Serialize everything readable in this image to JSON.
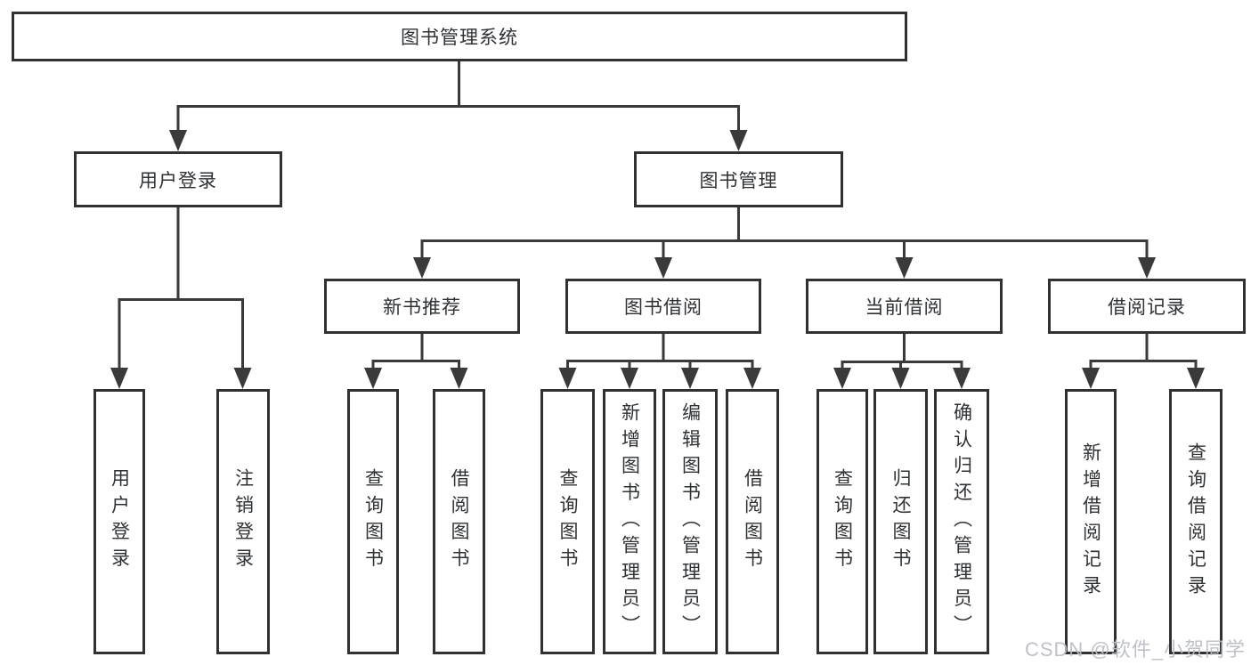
{
  "root": {
    "label": "图书管理系统"
  },
  "branch_user": {
    "label": "用户登录",
    "leaves": [
      "用户登录",
      "注销登录"
    ]
  },
  "branch_books": {
    "label": "图书管理"
  },
  "sections": [
    {
      "label": "新书推荐",
      "leaves": [
        "查询图书",
        "借阅图书"
      ]
    },
    {
      "label": "图书借阅",
      "leaves": [
        "查询图书",
        "新增图书（管理员）",
        "编辑图书（管理员）",
        "借阅图书"
      ]
    },
    {
      "label": "当前借阅",
      "leaves": [
        "查询图书",
        "归还图书",
        "确认归还（管理员）"
      ]
    },
    {
      "label": "借阅记录",
      "leaves": [
        "新增借阅记录",
        "查询借阅记录"
      ]
    }
  ],
  "watermark": "CSDN @软件_小贺同学",
  "colors": {
    "line": "#3a3a3a",
    "box_border": "#313131",
    "text": "#2f3235",
    "watermark": "#b8bcc3",
    "background": "#ffffff"
  }
}
